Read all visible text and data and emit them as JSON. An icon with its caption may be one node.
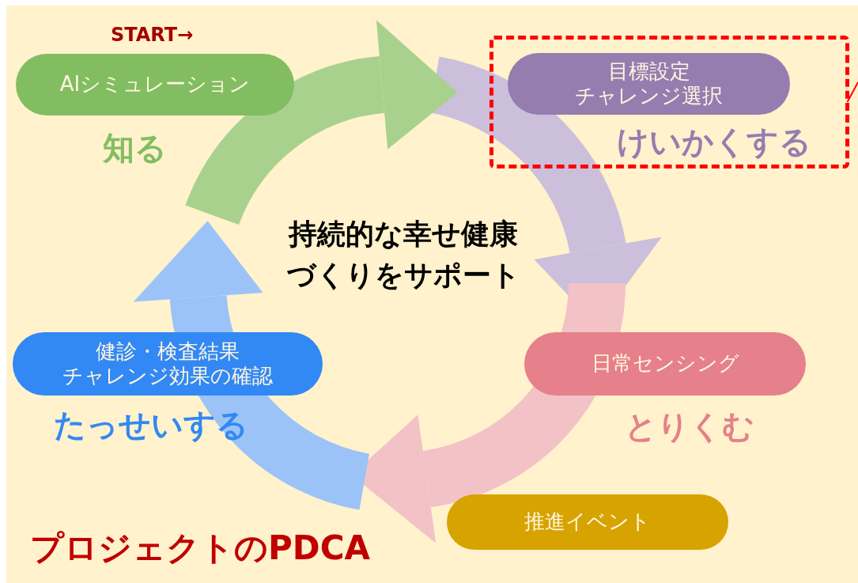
{
  "diagram": {
    "title": "プロジェクトのPDCA",
    "nodes": [
      {
        "text": [
          "AIシミュレーション"
        ],
        "beside": [
          "START→",
          "知る"
        ]
      },
      {
        "text": [],
        "shape": "box"
      },
      {
        "text": [
          "目標設定",
          "チャレンジ選択"
        ],
        "in": 1,
        "beside": [
          "けいかくする"
        ]
      },
      {
        "text": [
          "健診・検査結果",
          "チャレンジ効果の確認"
        ],
        "beside": [
          "たっせいする"
        ]
      },
      {
        "text": [
          "日常センシング"
        ],
        "beside": [
          "とりくむ"
        ]
      },
      {
        "text": [
          "推進イベント"
        ]
      }
    ],
    "edges": [
      {
        "from": null,
        "to": 1,
        "arrow": "none",
        "color": "#ff0000"
      }
    ],
    "labels": [
      "持続的な幸せ健康づくりをサポート"
    ]
  }
}
